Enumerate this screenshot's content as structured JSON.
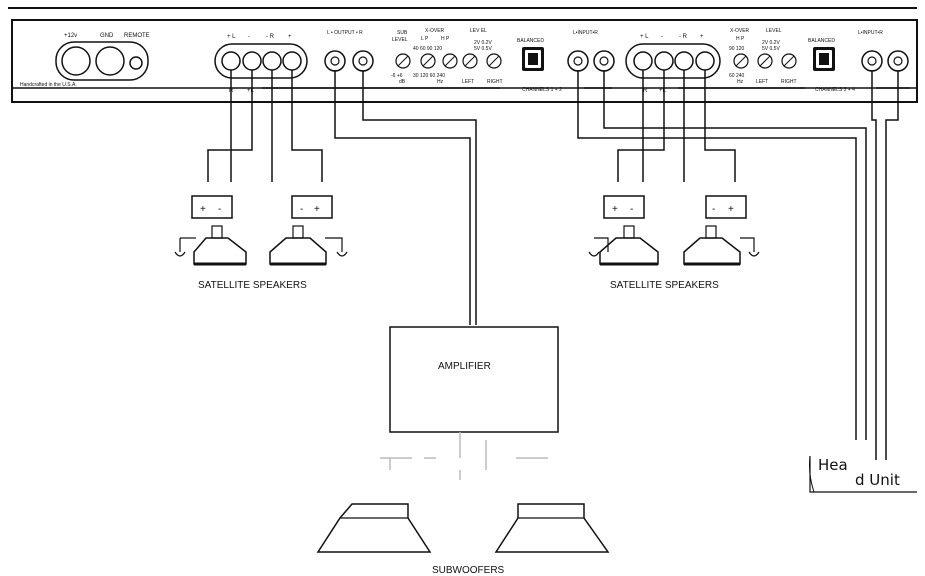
{
  "panel": {
    "power_terminals": {
      "v12": "+12v",
      "gnd": "GND",
      "remote": "REMOTE"
    },
    "made_in": "Handcrafted in the U.S.A.",
    "speaker_terminals": {
      "pos_l": "+ L",
      "neg_l": "-",
      "neg_r": "- R",
      "pos_r": "+",
      "left_ch": "R",
      "right_ch": "+L"
    },
    "output_rca": "L • OUTPUT • R",
    "sub_level": {
      "line1": "SUB",
      "line2": "LEVEL",
      "range": "-6    +6",
      "unit": "dB"
    },
    "xover_1": {
      "title": "X-OVER",
      "lp": "L P",
      "hp": "H P",
      "lp_vals": "40  60 90  120",
      "hp_vals": "30  120  60   240",
      "unit": "Hz"
    },
    "level_1": {
      "title": "LEV EL",
      "v1": "2V  0.2V",
      "v2": "5V  0.5V",
      "left": "LEFT",
      "right": "RIGHT"
    },
    "balanced_1": "BALANCED",
    "input_rca_1": "L•INPUT•R",
    "channels_1": "CHANNELS 1 + 2",
    "speaker_terminals_2": {
      "pos_l": "+ L",
      "neg_l": "-",
      "neg_r": "- R",
      "pos_r": "+",
      "left_ch": "R",
      "right_ch": "+L"
    },
    "xover_2": {
      "title": "X-OVER",
      "hp": "H P",
      "vals1": "90  120",
      "vals2": "60  240",
      "unit": "Hz"
    },
    "level_2": {
      "title": "LEVEL",
      "v1": "2V  0.2V",
      "v2": "5V  0.5V",
      "left": "LEFT",
      "right": "RIGHT"
    },
    "balanced_2": "BALANCED",
    "input_rca_2": "L•INPUT•R",
    "channels_2": "CHANNELS 3 + 4"
  },
  "speakers_left": {
    "label": "SATELLITE SPEAKERS",
    "pos": "+",
    "neg": "-"
  },
  "speakers_right": {
    "label": "SATELLITE SPEAKERS",
    "pos": "+",
    "neg": "-"
  },
  "amplifier": {
    "label": "AMPLIFIER"
  },
  "subwoofers": {
    "label": "SUBWOOFERS"
  },
  "head_unit": {
    "label_1": "Hea",
    "label_2": "d Unit"
  }
}
